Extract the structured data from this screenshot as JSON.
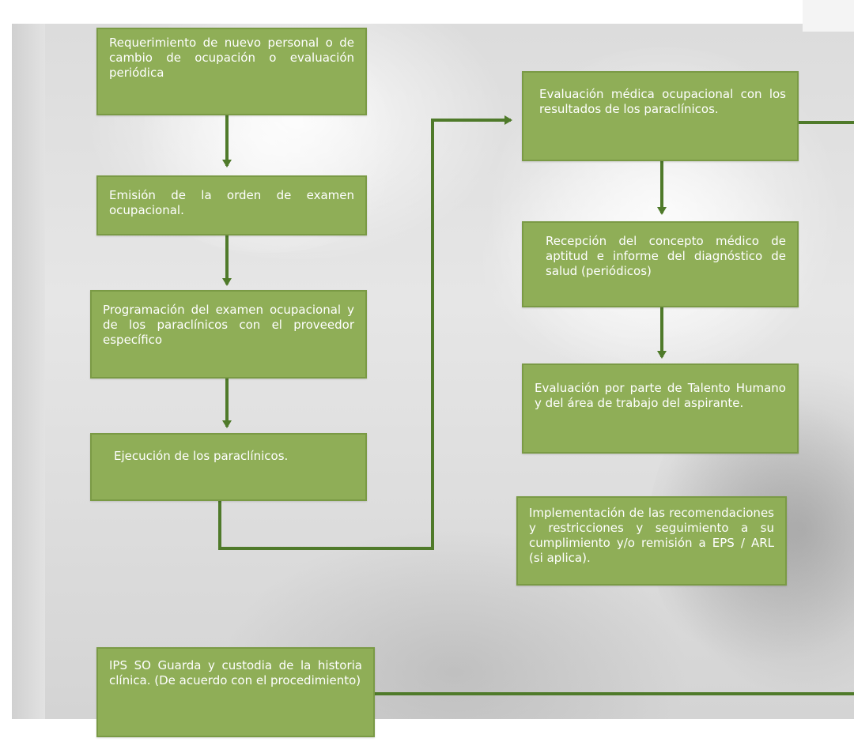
{
  "flow_boxes": {
    "requerimiento": "Requerimiento de nuevo personal o de cambio de ocupación o evaluación periódica",
    "emision": "Emisión de la orden de examen ocupacional.",
    "programacion": "Programación del examen ocupacional y de los paraclínicos con el proveedor específico",
    "ejecucion": "Ejecución de los paraclínicos.",
    "evaluacion_medica": "Evaluación médica ocupacional con los resultados de los paraclínicos.",
    "recepcion": "Recepción del concepto médico de aptitud e informe del diagnóstico de salud (periódicos)",
    "evaluacion_talento": "Evaluación por parte de Talento Humano y del área de trabajo del aspirante.",
    "implementacion": "Implementación de las recomendaciones y restricciones y seguimiento a su cumplimiento y/o remisión a EPS / ARL (si aplica).",
    "ips_custodia": "IPS SO Guarda y custodia de la historia clínica. (De acuerdo con el procedimiento)"
  },
  "colors": {
    "box_fill": "#8fae57",
    "box_border": "#7a9a45",
    "connector": "#4f7a2a",
    "box_text": "#ffffff"
  }
}
